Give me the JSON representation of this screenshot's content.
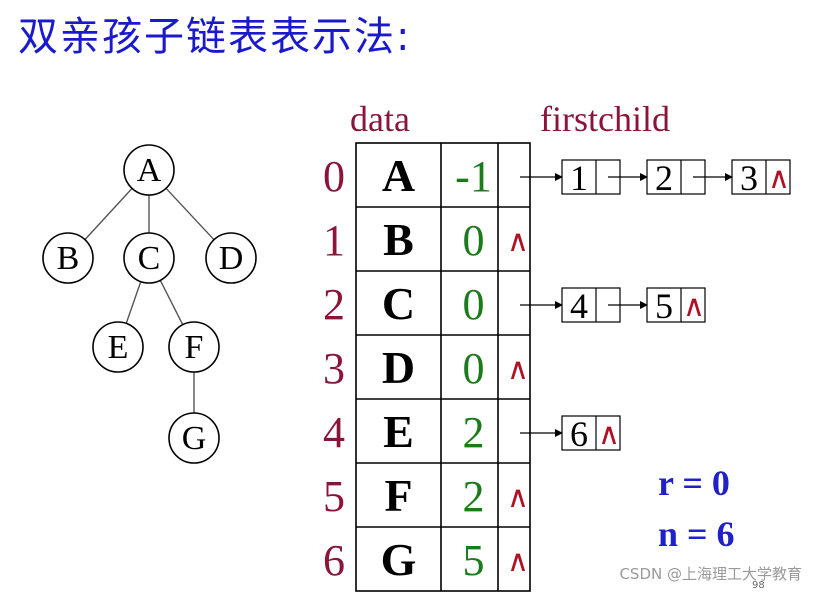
{
  "title": "双亲孩子链表表示法:",
  "headers": {
    "data": "data",
    "firstchild": "firstchild"
  },
  "null_symbol": "∧",
  "tree": {
    "nodes": [
      "A",
      "B",
      "C",
      "D",
      "E",
      "F",
      "G"
    ],
    "edges": [
      [
        "A",
        "B"
      ],
      [
        "A",
        "C"
      ],
      [
        "A",
        "D"
      ],
      [
        "C",
        "E"
      ],
      [
        "C",
        "F"
      ],
      [
        "F",
        "G"
      ]
    ]
  },
  "table": [
    {
      "index": "0",
      "data": "A",
      "parent": "-1",
      "children": [
        "1",
        "2",
        "3"
      ]
    },
    {
      "index": "1",
      "data": "B",
      "parent": "0",
      "children": []
    },
    {
      "index": "2",
      "data": "C",
      "parent": "0",
      "children": [
        "4",
        "5"
      ]
    },
    {
      "index": "3",
      "data": "D",
      "parent": "0",
      "children": []
    },
    {
      "index": "4",
      "data": "E",
      "parent": "2",
      "children": [
        "6"
      ]
    },
    {
      "index": "5",
      "data": "F",
      "parent": "2",
      "children": []
    },
    {
      "index": "6",
      "data": "G",
      "parent": "5",
      "children": []
    }
  ],
  "params": {
    "r": "r = 0",
    "n": "n = 6"
  },
  "watermark": "CSDN @上海理工大学教育",
  "page_number": "98",
  "colors": {
    "title": "#1a1acc",
    "index_text": "#8a1538",
    "parent_text": "#1b7a1b",
    "null_symbol": "#b01025",
    "params": "#1f22c8"
  }
}
